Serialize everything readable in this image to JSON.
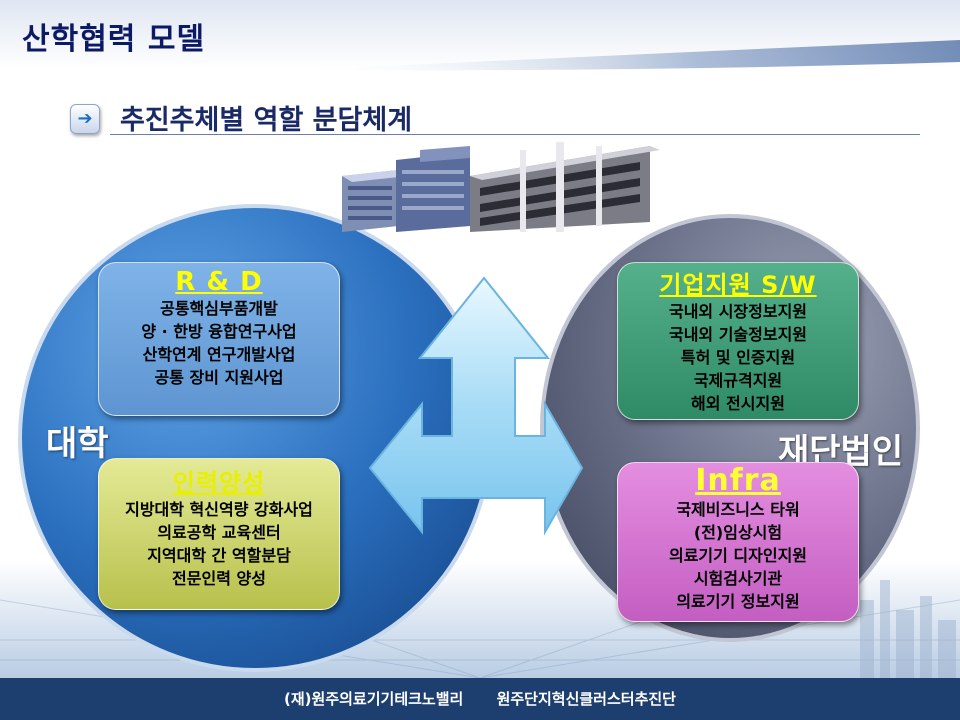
{
  "title": "산학협력 모델",
  "subtitle": "추진추체별 역할 분담체계",
  "left_label": "대학",
  "right_label": "재단법인",
  "boxes": {
    "rd": {
      "title": "R & D",
      "items": [
        "공통핵심부품개발",
        "양 · 한방 융합연구사업",
        "산학연계 연구개발사업",
        "공통 장비 지원사업"
      ]
    },
    "hr": {
      "title": "인력양성",
      "items": [
        "지방대학 혁신역량 강화사업",
        "의료공학 교육센터",
        "지역대학 간 역할분담",
        "전문인력 양성"
      ]
    },
    "biz": {
      "title": "기업지원 S/W",
      "items": [
        "국내외 시장정보지원",
        "국내외 기술정보지원",
        "특허 및 인증지원",
        "국제규격지원",
        "해외 전시지원"
      ]
    },
    "infra": {
      "title": "Infra",
      "items": [
        "국제비즈니스 타워",
        "(전)임상시험",
        "의료기기 디자인지원",
        "시험검사기관",
        "의료기기 정보지원"
      ]
    }
  },
  "footer": {
    "org1": "(재)원주의료기기테크노밸리",
    "org2": "원주단지혁신클러스터추진단"
  },
  "colors": {
    "title": "#0c1a66",
    "footer_bg": "#1d3f70",
    "rd_box": "#6fa5de",
    "hr_box": "#cfd66e",
    "biz_box": "#3f9d78",
    "infra_box": "#d476d2"
  },
  "icons": [
    "arrow-right-icon",
    "buildings-illustration",
    "three-way-arrow"
  ]
}
